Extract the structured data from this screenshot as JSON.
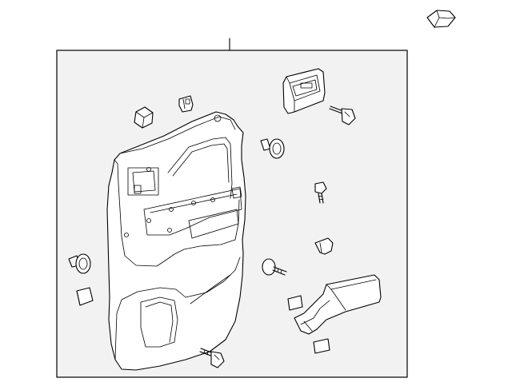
{
  "diagram": {
    "kind": "exploded-parts-view",
    "parts": [
      {
        "id": "door-trim-panel",
        "icon": "door-trim-panel-icon"
      },
      {
        "id": "door-handle-bezel",
        "icon": "handle-bezel-icon"
      },
      {
        "id": "armrest",
        "icon": "armrest-icon"
      },
      {
        "id": "hex-nut",
        "icon": "hex-nut-icon"
      },
      {
        "id": "retainer-clip",
        "icon": "clip-icon"
      },
      {
        "id": "screw",
        "icon": "screw-icon"
      },
      {
        "id": "plug",
        "icon": "plug-icon"
      },
      {
        "id": "stopper-pad",
        "icon": "pad-icon"
      }
    ]
  }
}
